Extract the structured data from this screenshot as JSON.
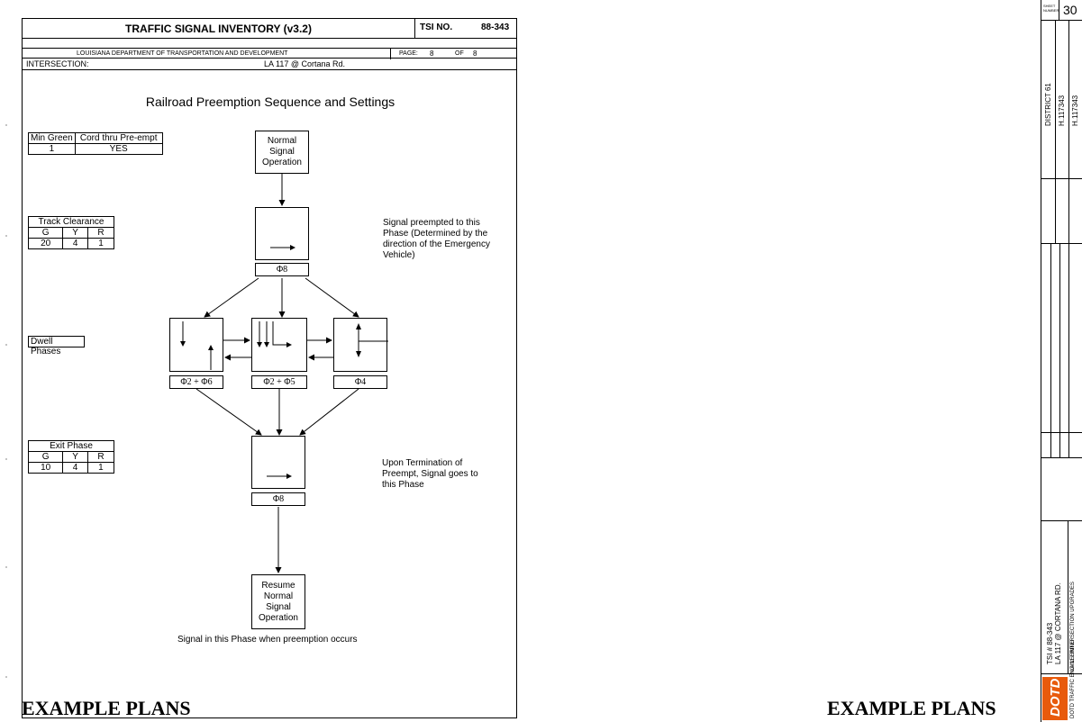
{
  "header": {
    "title": "TRAFFIC SIGNAL INVENTORY (v3.2)",
    "tsi_label": "TSI NO.",
    "tsi_value": "88-343",
    "agency": "LOUISIANA DEPARTMENT OF TRANSPORTATION AND DEVELOPMENT",
    "page_label": "PAGE:",
    "page_num": "8",
    "of_label": "OF",
    "page_total": "8",
    "intersection_label": "INTERSECTION:",
    "intersection_value": "LA 117 @ Cortana Rd."
  },
  "diagram_title": "Railroad Preemption Sequence and Settings",
  "min_green": {
    "col1": "Min Green",
    "col2": "Cord thru Pre-empt",
    "val1": "1",
    "val2": "YES"
  },
  "track_clearance": {
    "title": "Track Clearance",
    "g": "G",
    "y": "Y",
    "r": "R",
    "gv": "20",
    "yv": "4",
    "rv": "1"
  },
  "dwell_label": "Dwell Phases",
  "exit_phase": {
    "title": "Exit Phase",
    "g": "G",
    "y": "Y",
    "r": "R",
    "gv": "10",
    "yv": "4",
    "rv": "1"
  },
  "nodes": {
    "normal": "Normal Signal Operation",
    "preempt_phase": "Φ8",
    "dwell1": "Φ2 + Φ6",
    "dwell2": "Φ2 + Φ5",
    "dwell3": "Φ4",
    "exit_phase_label": "Φ8",
    "resume": "Resume Normal Signal Operation"
  },
  "notes": {
    "preempt": "Signal preempted to this Phase (Determined by the direction of the Emergency Vehicle)",
    "termination": "Upon Termination of Preempt, Signal goes to this Phase",
    "legend": "Signal in this Phase when preemption occurs"
  },
  "watermark_left": "EXAMPLE PLANS",
  "watermark_right": "EXAMPLE PLANS",
  "title_block": {
    "sheet_label": "SHEET NUMBER",
    "sheet_num": "30",
    "district": "DISTRICT 61",
    "project1": "H.117343",
    "project2": "H.117343",
    "tsi_line": "TSI # 88-343",
    "location": "LA 117 @ CORTANA RD.",
    "project_name": "LA 117 INTERSECTION UPGRADES",
    "dept": "DOTD TRAFFIC ENGINEERING",
    "logo_text": "DOTD"
  }
}
